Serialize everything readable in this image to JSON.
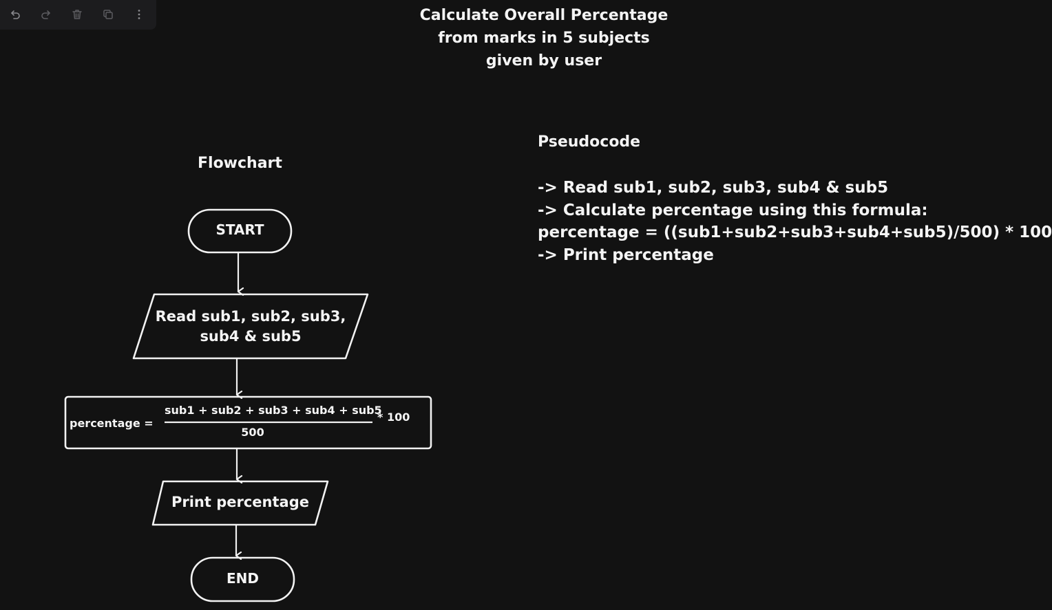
{
  "toolbar": {
    "buttons": [
      {
        "name": "undo-button",
        "icon": "undo-icon"
      },
      {
        "name": "redo-button",
        "icon": "redo-icon"
      },
      {
        "name": "delete-button",
        "icon": "trash-icon"
      },
      {
        "name": "duplicate-button",
        "icon": "copy-icon"
      },
      {
        "name": "more-button",
        "icon": "more-vertical-icon"
      }
    ]
  },
  "title": {
    "line1": "Calculate Overall Percentage",
    "line2": "from marks in 5 subjects",
    "line3": "given by user"
  },
  "flowchart": {
    "heading": "Flowchart",
    "start_label": "START",
    "read_line1": "Read sub1, sub2, sub3,",
    "read_line2": "sub4 & sub5",
    "formula_lhs": "percentage =",
    "formula_numerator": "sub1 + sub2 + sub3 + sub4 + sub5",
    "formula_denominator": "500",
    "formula_multiplier": "* 100",
    "print_label": "Print percentage",
    "end_label": "END"
  },
  "pseudocode": {
    "heading": "Pseudocode",
    "lines": [
      "-> Read sub1, sub2, sub3, sub4 & sub5",
      "-> Calculate percentage using this formula:",
      "percentage = ((sub1+sub2+sub3+sub4+sub5)/500) * 100",
      "-> Print percentage"
    ]
  },
  "colors": {
    "background": "#121212",
    "toolbar": "#1c1c1e",
    "foreground": "#f2f2f2",
    "icon": "#8a8a8e"
  }
}
